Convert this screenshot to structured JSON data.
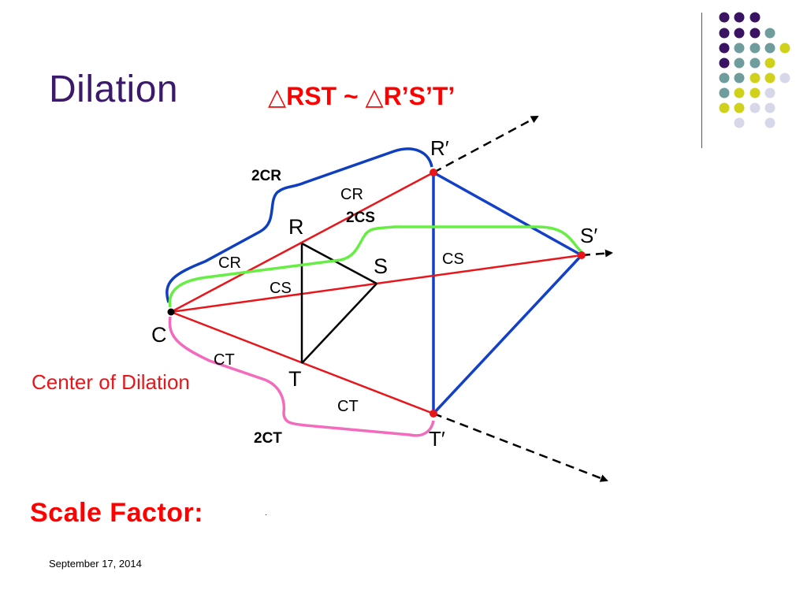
{
  "slide": {
    "title": "Dilation",
    "similarity": {
      "symbol": "△",
      "left_triangle": "RST",
      "relation": " ~ ",
      "right_triangle": "R’S’T’"
    },
    "scale_factor_label": "Scale Factor:",
    "scale_factor_value": "·",
    "date": "September 17, 2014"
  },
  "diagram": {
    "labels": {
      "point_r": "R",
      "point_s": "S",
      "point_t": "T",
      "point_r_prime": "R′",
      "point_s_prime": "S′",
      "point_t_prime": "T′",
      "point_c": "C",
      "center_of_dilation": "Center of Dilation",
      "cr_inner": "CR",
      "cr_outer": "CR",
      "cs_inner": "CS",
      "cs_outer": "CS",
      "ct_inner": "CT",
      "ct_outer": "CT",
      "brace_2cr": "2CR",
      "brace_2cs": "2CS",
      "brace_2ct": "2CT"
    },
    "colors": {
      "rays": "#e8161b",
      "image_triangle": "#1340c8",
      "original_triangle": "#000000",
      "brace_cr": "#0f3fbf",
      "brace_cs": "#66ee44",
      "brace_ct": "#f26bbd",
      "points": "#e8161b",
      "title": "#3b1a6b"
    }
  },
  "decoration": {
    "dot_palette": {
      "purple": "#3a1363",
      "teal": "#6f9c9c",
      "yellow": "#cfd11a",
      "lavender": "#d7d7ea"
    }
  }
}
